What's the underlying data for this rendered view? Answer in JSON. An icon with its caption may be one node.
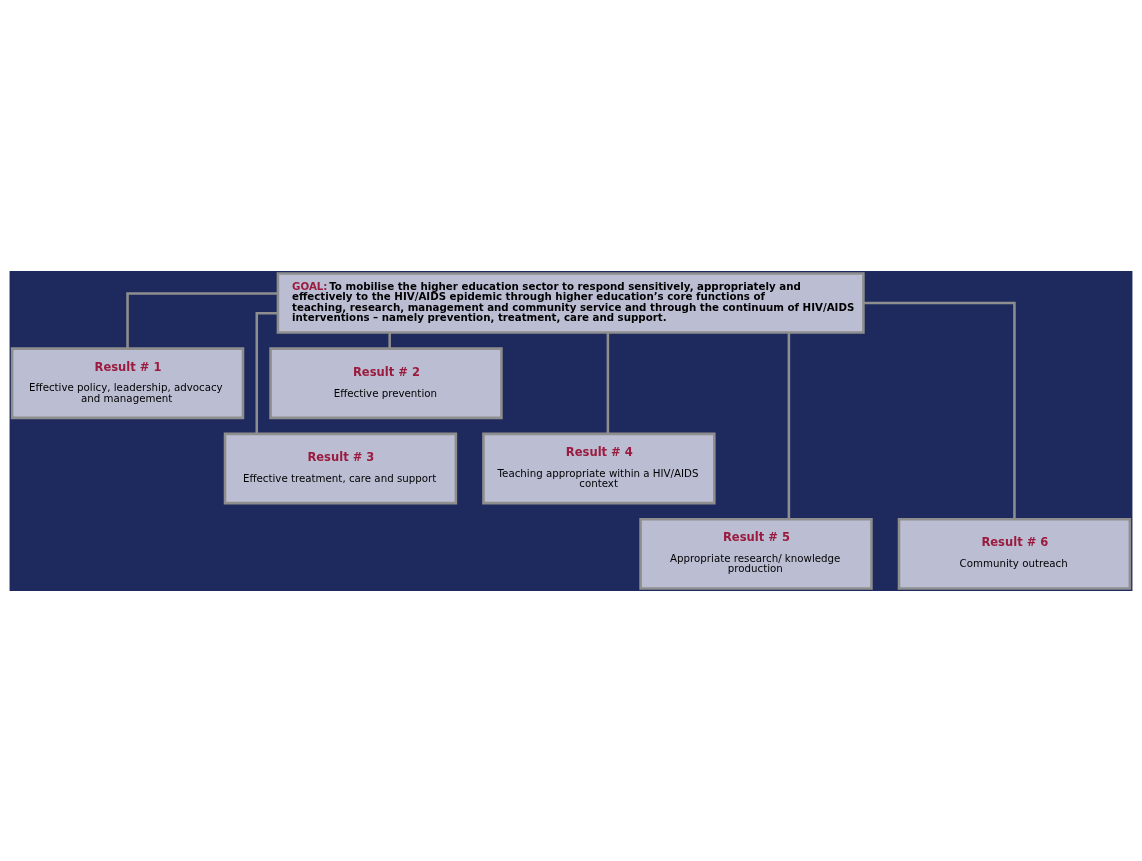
{
  "diagram": {
    "nodes": [
      {
        "text": [
          "GOAL:",
          "To mobilise the higher education sector to respond sensitively, appropriately and effectively to the HIV/AIDS epidemic through higher education’s core functions of teaching, research, management and community service and through the continuum of HIV/AIDS interventions – namely prevention, treatment, care and support."
        ]
      },
      {
        "text": [
          "Result # 1",
          "Effective policy, leadership, advocacy and management"
        ]
      },
      {
        "text": [
          "Result # 2",
          "Effective prevention"
        ]
      },
      {
        "text": [
          "Result # 3",
          "Effective treatment, care and support"
        ]
      },
      {
        "text": [
          "Result # 4",
          "Teaching appropriate within a HIV/AIDS context"
        ]
      },
      {
        "text": [
          "Result # 5",
          "Appropriate research/ knowledge production"
        ]
      },
      {
        "text": [
          "Result # 6",
          "Community outreach"
        ]
      }
    ],
    "edges": [
      {
        "from": 0,
        "to": 1,
        "arrow": "none"
      },
      {
        "from": 0,
        "to": 2,
        "arrow": "none"
      },
      {
        "from": 0,
        "to": 3,
        "arrow": "none"
      },
      {
        "from": 0,
        "to": 4,
        "arrow": "none"
      },
      {
        "from": 0,
        "to": 5,
        "arrow": "none"
      },
      {
        "from": 0,
        "to": 6,
        "arrow": "none"
      }
    ]
  }
}
